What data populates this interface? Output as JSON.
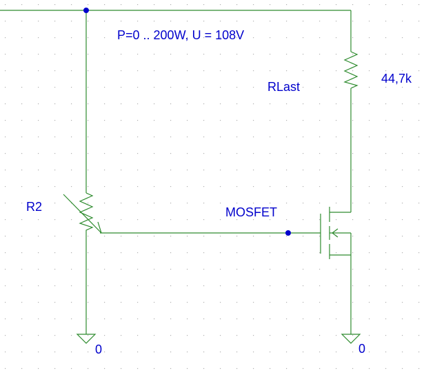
{
  "header": {
    "annotation": "P=0 .. 200W, U = 108V"
  },
  "components": {
    "load_resistor": {
      "name": "RLast",
      "value": "44,7k"
    },
    "potentiometer": {
      "name": "R2"
    },
    "transistor": {
      "name": "MOSFET"
    },
    "ground_left": {
      "label": "0"
    },
    "ground_right": {
      "label": "0"
    }
  },
  "colors": {
    "wire": "#2e8b2e",
    "component": "#2e8b2e",
    "label": "#0000cc",
    "junction": "#0000cc",
    "grid_dot": "#b0b0b0"
  }
}
